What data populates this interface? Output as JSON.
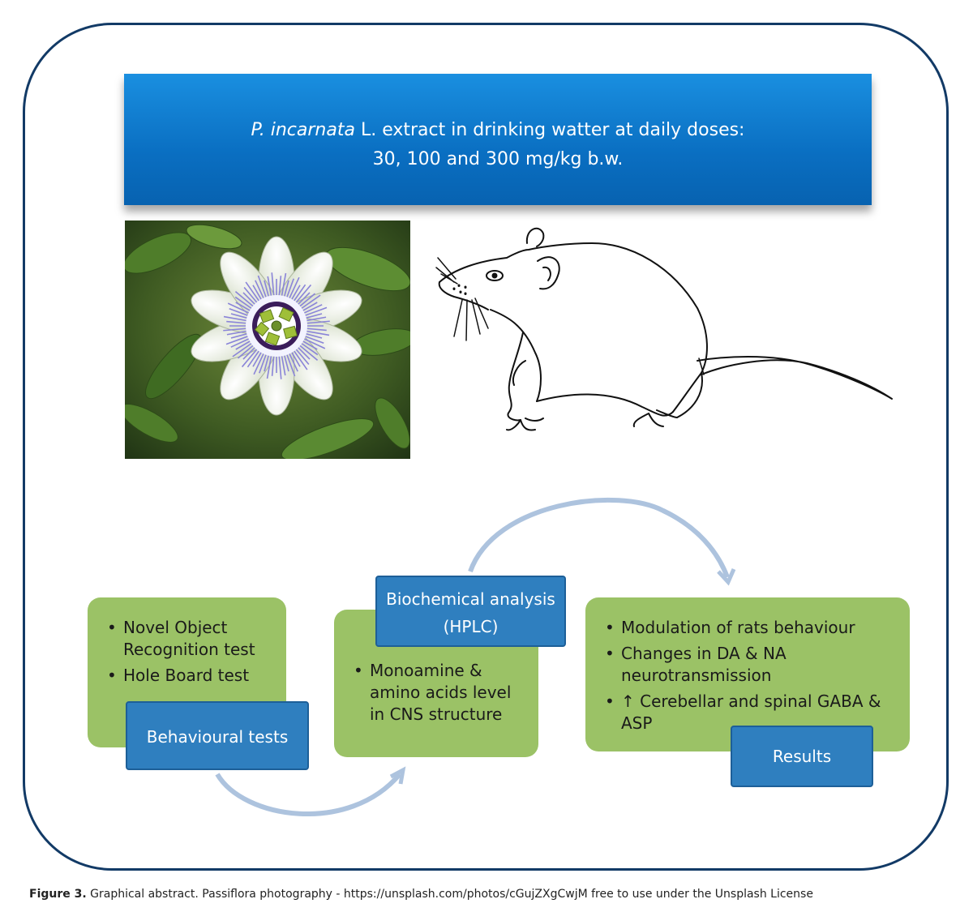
{
  "banner": {
    "species_italic": "P. incarnata",
    "line1_rest": " L. extract in drinking watter at daily doses:",
    "line2": "30, 100 and 300 mg/kg b.w."
  },
  "steps": {
    "behavioural": {
      "label": "Behavioural tests",
      "items": [
        "Novel Object Recognition test",
        "Hole Board test"
      ]
    },
    "biochemical": {
      "label_line1": "Biochemical analysis",
      "label_line2": "(HPLC)",
      "items": [
        "Monoamine & amino acids level in CNS structure"
      ]
    },
    "results": {
      "label": "Results",
      "items": [
        "Modulation of rats behaviour",
        "Changes in DA & NA neurotransmission",
        "↑ Cerebellar and spinal GABA & ASP"
      ]
    }
  },
  "caption": {
    "label": "Figure 3.",
    "text": " Graphical abstract. Passiflora photography - https://unsplash.com/photos/cGujZXgCwjM free to use under the Unsplash License"
  },
  "colors": {
    "frame": "#123a66",
    "banner": "#0a6fc2",
    "green_box": "#9bc266",
    "blue_label": "#2f7fbf",
    "arrow": "#adc3de"
  }
}
